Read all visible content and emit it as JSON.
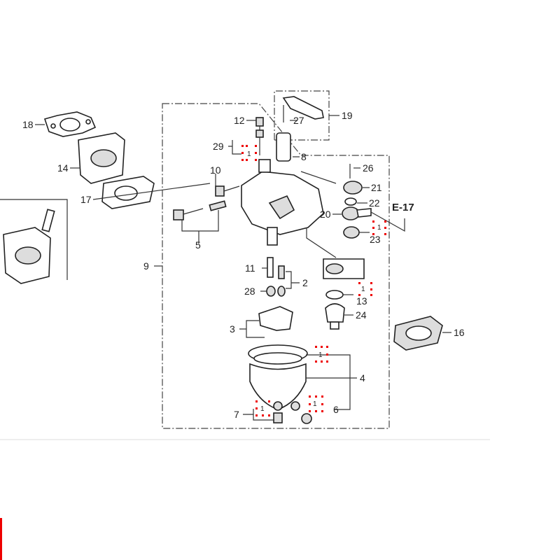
{
  "diagram": {
    "reference_label": "E-17",
    "qty_marker": "1",
    "callouts": {
      "p2": "2",
      "p3": "3",
      "p4": "4",
      "p5": "5",
      "p6": "6",
      "p7": "7",
      "p8": "8",
      "p9": "9",
      "p10": "10",
      "p11": "11",
      "p12": "12",
      "p13": "13",
      "p14": "14",
      "p16": "16",
      "p17": "17",
      "p18": "18",
      "p19": "19",
      "p20": "20",
      "p21": "21",
      "p22": "22",
      "p23": "23",
      "p24": "24",
      "p26": "26",
      "p27": "27",
      "p28": "28",
      "p29": "29"
    }
  }
}
